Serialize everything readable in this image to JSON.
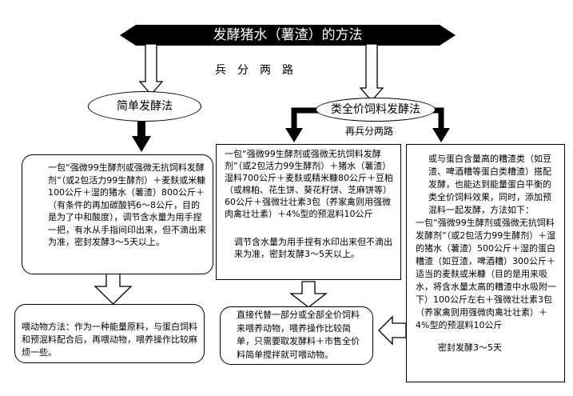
{
  "title": "发酵猪水（薯渣）的方法",
  "subtitle": "兵分两路",
  "simple_method": {
    "label": "简单发酵法",
    "recipe": "一包“强微99生酵剂或强微无抗饲料发酵剂”（或2包活力99生酵剂）＋麦麸或米糠100公斤＋湿的猪水（薯渣）800公斤＋（有条件的再加碳酸钙6～8公斤，目的是为了中和酸度），调节含水量为用手捏一把，有水从手指间印出来，但不滴出来为准，密封发酵3～5天以上。",
    "feeding": "喂动物方法：作为一种能量原料，与蛋白饲料和预混料配合后，再喂动物，喂养操作比较麻烦一些。"
  },
  "full_method": {
    "label": "类全价饲料发酵法",
    "sublabel": "再兵分两路",
    "recipe_a": "一包“强微99生酵剂或强微无抗饲料发酵剂”（或2包活力99生酵剂）＋猪水（薯渣）湿料700公斤＋麦麸或精米糠80公斤＋豆粕（或棉粕、花生饼、葵花籽饼、芝麻饼等）60公斤＋强微壮壮素3包（养家禽则用强微肉禽壮壮素）＋4%型的预混料10公斤",
    "moisture_note": "调节含水量为用手捏有水印出来但不滴出来为准，密封发酵3～5天以上。",
    "feeding": "直接代替一部分或全部全价饲料来喂养动物，喂养操作比较简单，只需要取发酵料＋市售全价料简单搅拌就可喂动物。",
    "recipe_b_intro": "或与蛋白含量高的糟渣类（如豆渣、啤酒糟等蛋白类糟渣）搭配发酵，也能达到能量蛋白平衡的类全价饲料效果，同时，添加预混料一起发酵，方法如下：",
    "recipe_b": "一包“强微99生酵剂或强微无抗饲料发酵剂”（或2包活力99生酵剂）＋湿的猪水（薯渣）500公斤＋湿的蛋白糟渣（如豆渣，啤酒糟）300公斤＋适当的麦麸或米糠（目的是用来吸水，将含水量太高的糟渣中水吸附一下）100公斤左右＋强微壮壮素3包（养家禽则用强微肉禽壮壮素）＋4%型的预混料10公斤",
    "recipe_b_seal": "密封发酵3～5天"
  },
  "colors": {
    "title_banner": "#000000",
    "title_text": "#ffffff",
    "line": "#000000",
    "background": "#ffffff"
  }
}
